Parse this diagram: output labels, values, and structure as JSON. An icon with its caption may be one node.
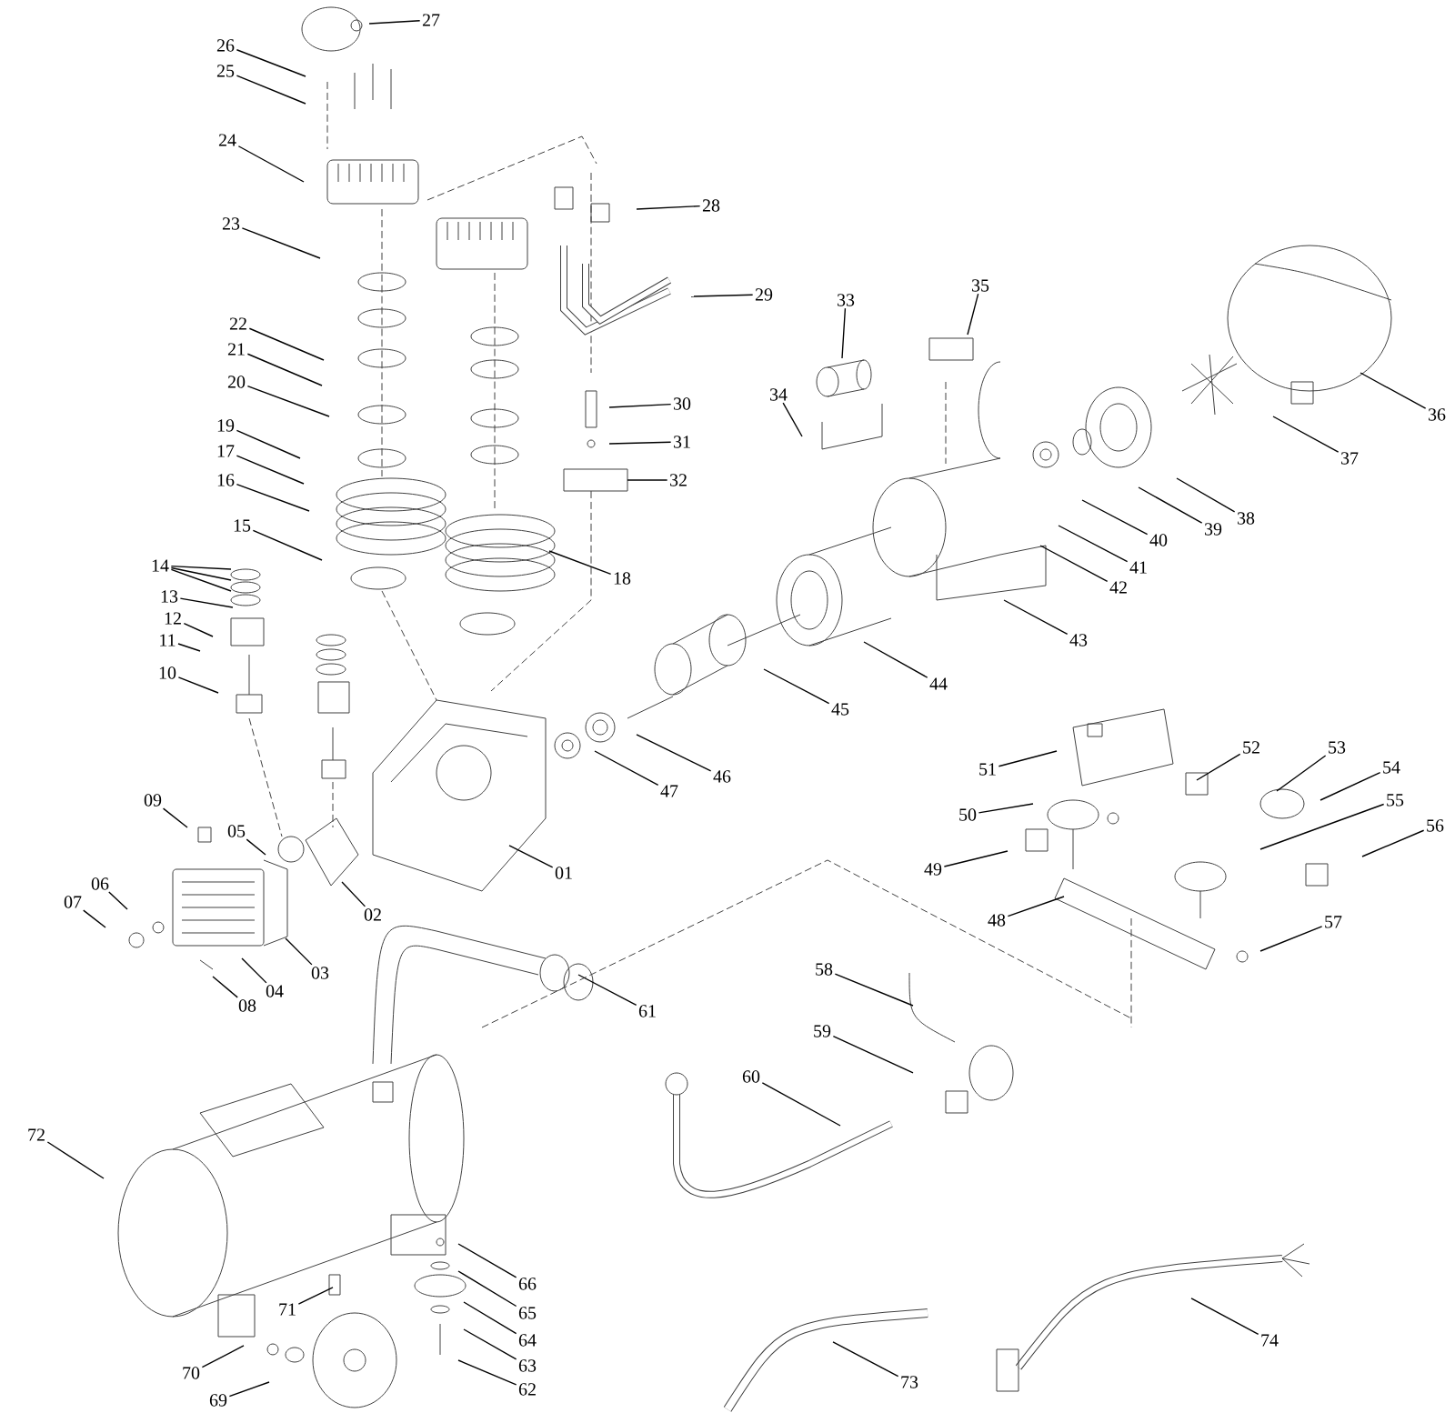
{
  "diagram": {
    "nodes": [
      {
        "text": [
          "27"
        ]
      },
      {
        "text": [
          "26"
        ]
      },
      {
        "text": [
          "25"
        ]
      },
      {
        "text": [
          "24"
        ]
      },
      {
        "text": [
          "28"
        ]
      },
      {
        "text": [
          "23"
        ]
      },
      {
        "text": [
          "29"
        ]
      },
      {
        "text": [
          "33"
        ]
      },
      {
        "text": [
          "35"
        ]
      },
      {
        "text": [
          "22"
        ]
      },
      {
        "text": [
          "21"
        ]
      },
      {
        "text": [
          "30"
        ]
      },
      {
        "text": [
          "20"
        ]
      },
      {
        "text": [
          "34"
        ]
      },
      {
        "text": [
          "36"
        ]
      },
      {
        "text": [
          "19"
        ]
      },
      {
        "text": [
          "31"
        ]
      },
      {
        "text": [
          "17"
        ]
      },
      {
        "text": [
          "37"
        ]
      },
      {
        "text": [
          "32"
        ]
      },
      {
        "text": [
          "16"
        ]
      },
      {
        "text": [
          "38"
        ]
      },
      {
        "text": [
          "39"
        ]
      },
      {
        "text": [
          "40"
        ]
      },
      {
        "text": [
          "15"
        ]
      },
      {
        "text": [
          "41"
        ]
      },
      {
        "text": [
          "14"
        ]
      },
      {
        "text": [
          "42"
        ]
      },
      {
        "text": [
          "18"
        ]
      },
      {
        "text": [
          "13"
        ]
      },
      {
        "text": [
          "12"
        ]
      },
      {
        "text": [
          "11"
        ]
      },
      {
        "text": [
          "43"
        ]
      },
      {
        "text": [
          "10"
        ]
      },
      {
        "text": [
          "44"
        ]
      },
      {
        "text": [
          "45"
        ]
      },
      {
        "text": [
          "51"
        ]
      },
      {
        "text": [
          "52"
        ]
      },
      {
        "text": [
          "53"
        ]
      },
      {
        "text": [
          "46"
        ]
      },
      {
        "text": [
          "47"
        ]
      },
      {
        "text": [
          "54"
        ]
      },
      {
        "text": [
          "55"
        ]
      },
      {
        "text": [
          "09"
        ]
      },
      {
        "text": [
          "05"
        ]
      },
      {
        "text": [
          "50"
        ]
      },
      {
        "text": [
          "56"
        ]
      },
      {
        "text": [
          "01"
        ]
      },
      {
        "text": [
          "49"
        ]
      },
      {
        "text": [
          "06"
        ]
      },
      {
        "text": [
          "48"
        ]
      },
      {
        "text": [
          "07"
        ]
      },
      {
        "text": [
          "02"
        ]
      },
      {
        "text": [
          "57"
        ]
      },
      {
        "text": [
          "03"
        ]
      },
      {
        "text": [
          "04"
        ]
      },
      {
        "text": [
          "08"
        ]
      },
      {
        "text": [
          "58"
        ]
      },
      {
        "text": [
          "61"
        ]
      },
      {
        "text": [
          "59"
        ]
      },
      {
        "text": [
          "60"
        ]
      },
      {
        "text": [
          "72"
        ]
      },
      {
        "text": [
          "66"
        ]
      },
      {
        "text": [
          "65"
        ]
      },
      {
        "text": [
          "64"
        ]
      },
      {
        "text": [
          "71"
        ]
      },
      {
        "text": [
          "63"
        ]
      },
      {
        "text": [
          "62"
        ]
      },
      {
        "text": [
          "74"
        ]
      },
      {
        "text": [
          "70"
        ]
      },
      {
        "text": [
          "73"
        ]
      },
      {
        "text": [
          "69"
        ]
      }
    ],
    "edges": [
      {
        "from": 0,
        "to": null,
        "arrow": "none"
      },
      {
        "from": 1,
        "to": null,
        "arrow": "none"
      },
      {
        "from": 2,
        "to": null,
        "arrow": "none"
      },
      {
        "from": 3,
        "to": null,
        "arrow": "none"
      },
      {
        "from": 4,
        "to": null,
        "arrow": "none"
      },
      {
        "from": 5,
        "to": null,
        "arrow": "none"
      },
      {
        "from": 6,
        "to": null,
        "arrow": "none"
      },
      {
        "from": 7,
        "to": null,
        "arrow": "none"
      },
      {
        "from": 8,
        "to": null,
        "arrow": "none"
      },
      {
        "from": 9,
        "to": null,
        "arrow": "none"
      },
      {
        "from": 10,
        "to": null,
        "arrow": "none"
      },
      {
        "from": 11,
        "to": null,
        "arrow": "none"
      },
      {
        "from": 12,
        "to": null,
        "arrow": "none"
      },
      {
        "from": 13,
        "to": null,
        "arrow": "none"
      },
      {
        "from": 14,
        "to": null,
        "arrow": "none"
      },
      {
        "from": 15,
        "to": null,
        "arrow": "none"
      },
      {
        "from": 16,
        "to": null,
        "arrow": "none"
      },
      {
        "from": 17,
        "to": null,
        "arrow": "none"
      },
      {
        "from": 18,
        "to": null,
        "arrow": "none"
      },
      {
        "from": 19,
        "to": null,
        "arrow": "none"
      },
      {
        "from": 20,
        "to": null,
        "arrow": "none"
      },
      {
        "from": 21,
        "to": null,
        "arrow": "none"
      },
      {
        "from": 22,
        "to": null,
        "arrow": "none"
      },
      {
        "from": 23,
        "to": null,
        "arrow": "none"
      },
      {
        "from": 24,
        "to": null,
        "arrow": "none"
      },
      {
        "from": 25,
        "to": null,
        "arrow": "none"
      },
      {
        "from": 26,
        "to": null,
        "arrow": "none"
      },
      {
        "from": 27,
        "to": null,
        "arrow": "none"
      },
      {
        "from": 28,
        "to": null,
        "arrow": "none"
      },
      {
        "from": 29,
        "to": null,
        "arrow": "none"
      },
      {
        "from": 30,
        "to": null,
        "arrow": "none"
      },
      {
        "from": 31,
        "to": null,
        "arrow": "none"
      },
      {
        "from": 32,
        "to": null,
        "arrow": "none"
      },
      {
        "from": 33,
        "to": null,
        "arrow": "none"
      },
      {
        "from": 34,
        "to": null,
        "arrow": "none"
      },
      {
        "from": 35,
        "to": null,
        "arrow": "none"
      },
      {
        "from": 36,
        "to": null,
        "arrow": "none"
      },
      {
        "from": 37,
        "to": null,
        "arrow": "none"
      },
      {
        "from": 38,
        "to": null,
        "arrow": "none"
      },
      {
        "from": 39,
        "to": null,
        "arrow": "none"
      },
      {
        "from": 40,
        "to": null,
        "arrow": "none"
      },
      {
        "from": 41,
        "to": null,
        "arrow": "none"
      },
      {
        "from": 42,
        "to": null,
        "arrow": "none"
      },
      {
        "from": 43,
        "to": null,
        "arrow": "none"
      },
      {
        "from": 44,
        "to": null,
        "arrow": "none"
      },
      {
        "from": 45,
        "to": null,
        "arrow": "none"
      },
      {
        "from": 46,
        "to": null,
        "arrow": "none"
      },
      {
        "from": 47,
        "to": null,
        "arrow": "none"
      },
      {
        "from": 48,
        "to": null,
        "arrow": "none"
      },
      {
        "from": 49,
        "to": null,
        "arrow": "none"
      },
      {
        "from": 50,
        "to": null,
        "arrow": "none"
      },
      {
        "from": 51,
        "to": null,
        "arrow": "none"
      },
      {
        "from": 52,
        "to": null,
        "arrow": "none"
      },
      {
        "from": 53,
        "to": null,
        "arrow": "none"
      },
      {
        "from": 54,
        "to": null,
        "arrow": "none"
      },
      {
        "from": 55,
        "to": null,
        "arrow": "none"
      },
      {
        "from": 56,
        "to": null,
        "arrow": "none"
      },
      {
        "from": 57,
        "to": null,
        "arrow": "none"
      },
      {
        "from": 58,
        "to": null,
        "arrow": "none"
      },
      {
        "from": 59,
        "to": null,
        "arrow": "none"
      },
      {
        "from": 60,
        "to": null,
        "arrow": "none"
      },
      {
        "from": 61,
        "to": null,
        "arrow": "none"
      },
      {
        "from": 62,
        "to": null,
        "arrow": "none"
      },
      {
        "from": 63,
        "to": null,
        "arrow": "none"
      },
      {
        "from": 64,
        "to": null,
        "arrow": "none"
      },
      {
        "from": 65,
        "to": null,
        "arrow": "none"
      },
      {
        "from": 66,
        "to": null,
        "arrow": "none"
      },
      {
        "from": 67,
        "to": null,
        "arrow": "none"
      },
      {
        "from": 68,
        "to": null,
        "arrow": "none"
      },
      {
        "from": 69,
        "to": null,
        "arrow": "none"
      },
      {
        "from": 70,
        "to": null,
        "arrow": "none"
      },
      {
        "from": 71,
        "to": null,
        "arrow": "none"
      }
    ]
  }
}
